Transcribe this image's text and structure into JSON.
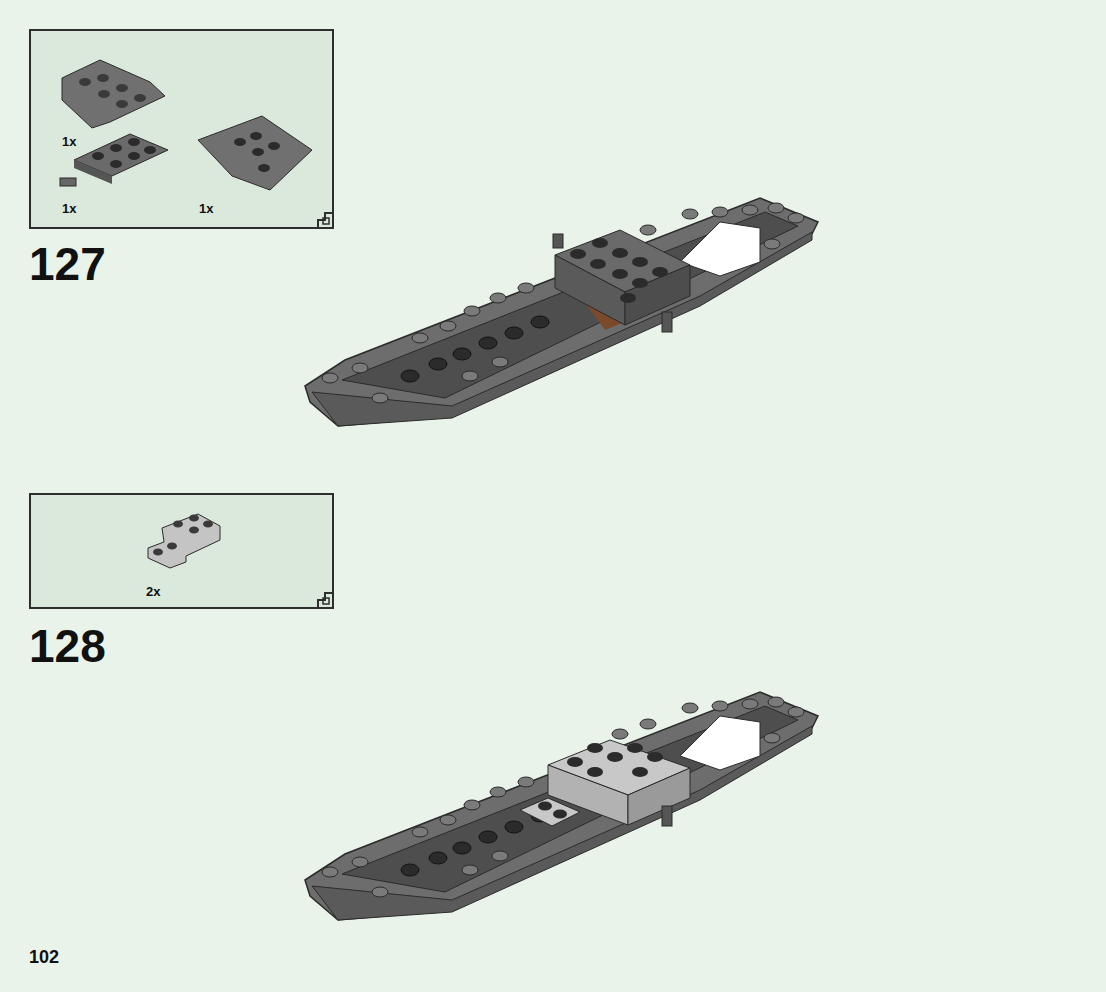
{
  "diagram": {
    "nodes": [
      {
        "text": [
          "1x",
          "1x",
          "1x"
        ]
      },
      {
        "text": [
          "2x"
        ]
      }
    ],
    "labels": [
      "127",
      "128",
      "102"
    ]
  }
}
